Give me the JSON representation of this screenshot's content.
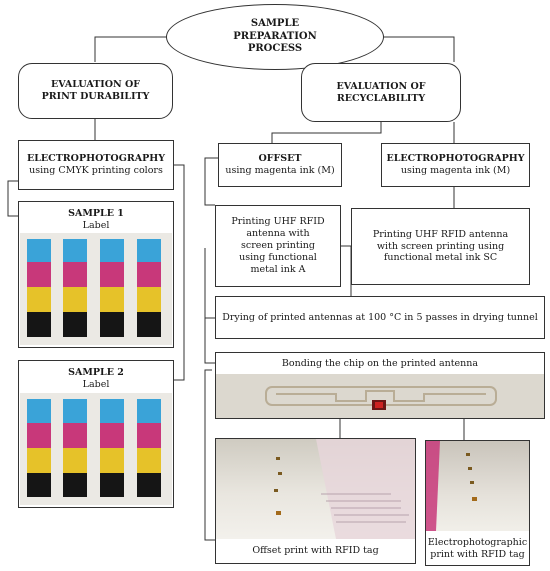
{
  "top": {
    "line1": "SAMPLE",
    "line2": "PREPARATION",
    "line3": "PROCESS"
  },
  "durability": {
    "line1": "EVALUATION OF",
    "line2": "PRINT DURABILITY"
  },
  "recyclability": {
    "line1": "EVALUATION OF",
    "line2": "RECYCLABILITY"
  },
  "electro_cmyk": {
    "title": "ELECTROPHOTOGRAPHY",
    "sub": "using CMYK printing colors"
  },
  "sample1": {
    "title": "SAMPLE 1",
    "sub": "Label"
  },
  "sample2": {
    "title": "SAMPLE 2",
    "sub": "Label"
  },
  "offset": {
    "title": "OFFSET",
    "sub": "using magenta ink (M)"
  },
  "electro_m": {
    "title": "ELECTROPHOTOGRAPHY",
    "sub": "using magenta ink (M)"
  },
  "print_a": {
    "l1": "Printing UHF RFID",
    "l2": "antenna  with",
    "l3": "screen printing",
    "l4": "using functional",
    "l5": "metal ink A"
  },
  "print_sc": {
    "l1": "Printing UHF RFID antenna",
    "l2": "with screen printing using",
    "l3": "functional metal ink SC"
  },
  "drying": "Drying of printed antennas at 100 °C in 5 passes in drying tunnel",
  "bonding": "Bonding the chip on the printed antenna",
  "offset_tag": "Offset print with RFID tag",
  "electro_tag": {
    "l1": "Electrophotographic",
    "l2": "print with RFID tag"
  },
  "colors": {
    "cyan": "#3aa3d8",
    "magenta": "#c8387a",
    "yellow": "#e6c229",
    "black": "#151515"
  }
}
